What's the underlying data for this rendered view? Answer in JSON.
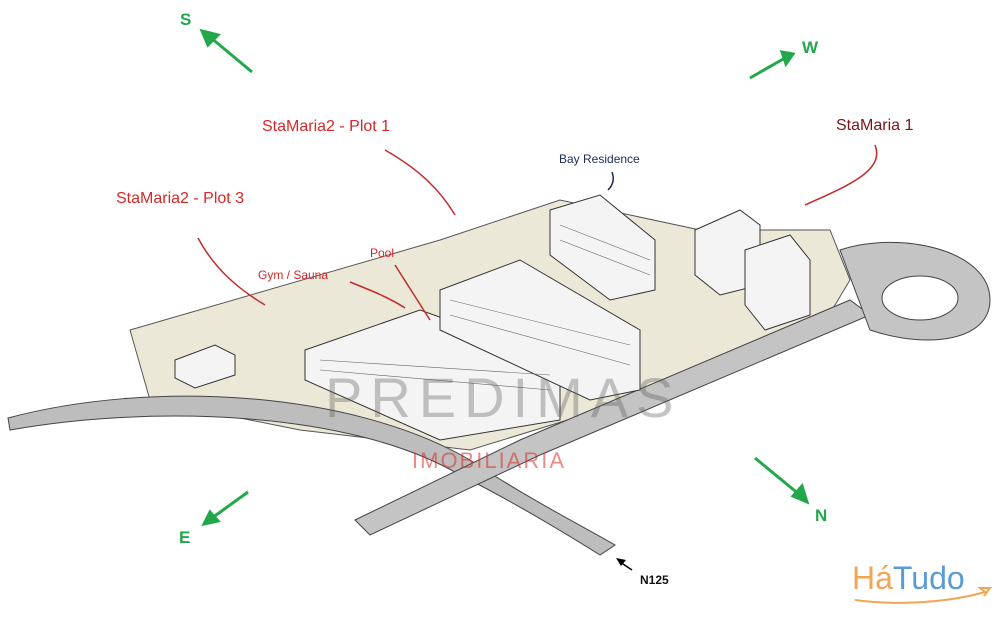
{
  "labels": {
    "plot1": "StaMaria2 - Plot 1",
    "plot3": "StaMaria2 - Plot 3",
    "stamaria1": "StaMaria 1",
    "bay_residence": "Bay Residence",
    "pool": "Pool",
    "gym_sauna": "Gym / Sauna",
    "road": "N125"
  },
  "compass": {
    "south": "S",
    "west": "W",
    "east": "E",
    "north": "N"
  },
  "watermark": {
    "name": "PREDIMAS",
    "sub": "IMOBILIARIA"
  },
  "logo": {
    "part1": "Há",
    "part2": "Tudo"
  },
  "colors": {
    "label_red": "#d62828",
    "compass_green": "#22a84a",
    "logo_orange": "#f2a655",
    "logo_blue": "#5b9bd5"
  }
}
